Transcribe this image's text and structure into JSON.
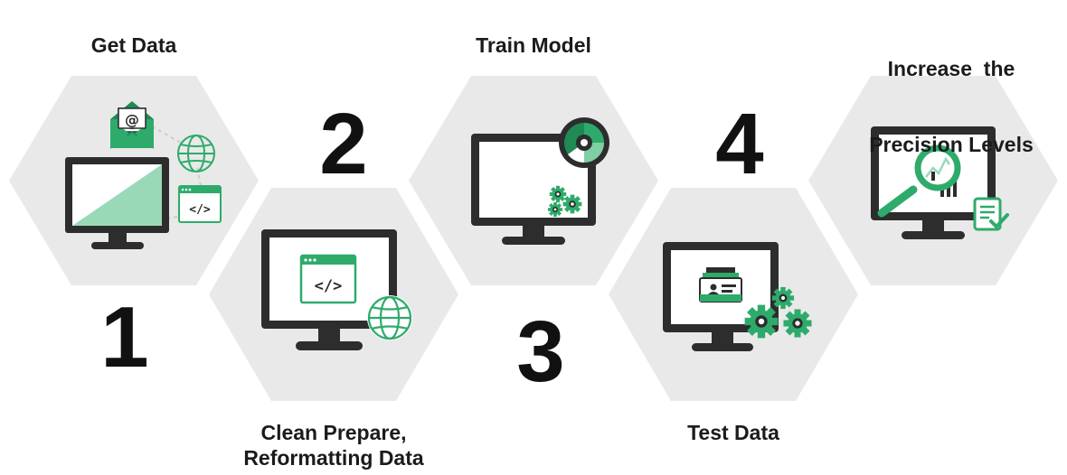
{
  "colors": {
    "hexagon_fill": "#e9e9e9",
    "monitor": "#2d2d2d",
    "accent_green": "#2eab6b",
    "accent_light_green": "#9ad9b8",
    "text": "#1b1b1b"
  },
  "steps": [
    {
      "number": "1",
      "title_lines": [
        "Get Data"
      ],
      "icons": [
        "monitor-icon",
        "email-icon",
        "globe-icon",
        "code-window-icon"
      ]
    },
    {
      "number": "2",
      "title_lines": [
        "Clean Prepare,",
        "Reformatting Data"
      ],
      "icons": [
        "monitor-icon",
        "code-window-icon",
        "globe-icon"
      ]
    },
    {
      "number": "3",
      "title_lines": [
        "Train Model"
      ],
      "icons": [
        "monitor-icon",
        "gauge-icon",
        "gears-icon"
      ]
    },
    {
      "number": "4",
      "title_lines": [
        "Test Data"
      ],
      "icons": [
        "monitor-icon",
        "card-file-icon",
        "gears-icon"
      ]
    },
    {
      "number": "",
      "title_lines": [
        "Increase  the",
        "Precision Levels"
      ],
      "icons": [
        "monitor-icon",
        "magnifier-chart-icon",
        "document-check-icon"
      ]
    }
  ]
}
